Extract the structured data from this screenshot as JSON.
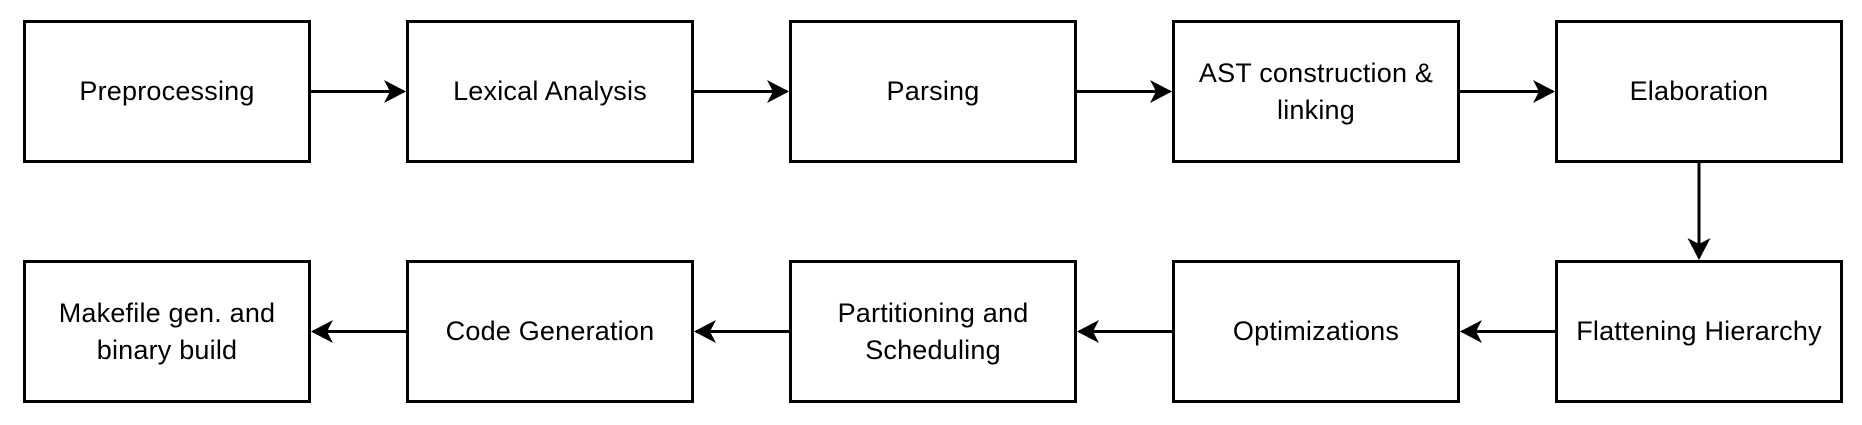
{
  "diagram": {
    "background_color": "#ffffff",
    "box_fill_color": "#ffffff",
    "box_border_color": "#000000",
    "text_color": "#000000",
    "arrow_color": "#000000",
    "nodes": [
      {
        "id": "preprocessing",
        "label": "Preprocessing"
      },
      {
        "id": "lexical-analysis",
        "label": "Lexical Analysis"
      },
      {
        "id": "parsing",
        "label": "Parsing"
      },
      {
        "id": "ast-construction-linking",
        "label": "AST construction & linking"
      },
      {
        "id": "elaboration",
        "label": "Elaboration"
      },
      {
        "id": "flattening-hierarchy",
        "label": "Flattening Hierarchy"
      },
      {
        "id": "optimizations",
        "label": "Optimizations"
      },
      {
        "id": "partitioning-scheduling",
        "label": "Partitioning and Scheduling"
      },
      {
        "id": "code-generation",
        "label": "Code Generation"
      },
      {
        "id": "makefile-gen-binary-build",
        "label": "Makefile gen. and binary build"
      }
    ],
    "edges": [
      {
        "from": "preprocessing",
        "to": "lexical-analysis"
      },
      {
        "from": "lexical-analysis",
        "to": "parsing"
      },
      {
        "from": "parsing",
        "to": "ast-construction-linking"
      },
      {
        "from": "ast-construction-linking",
        "to": "elaboration"
      },
      {
        "from": "elaboration",
        "to": "flattening-hierarchy"
      },
      {
        "from": "flattening-hierarchy",
        "to": "optimizations"
      },
      {
        "from": "optimizations",
        "to": "partitioning-scheduling"
      },
      {
        "from": "partitioning-scheduling",
        "to": "code-generation"
      },
      {
        "from": "code-generation",
        "to": "makefile-gen-binary-build"
      }
    ]
  }
}
